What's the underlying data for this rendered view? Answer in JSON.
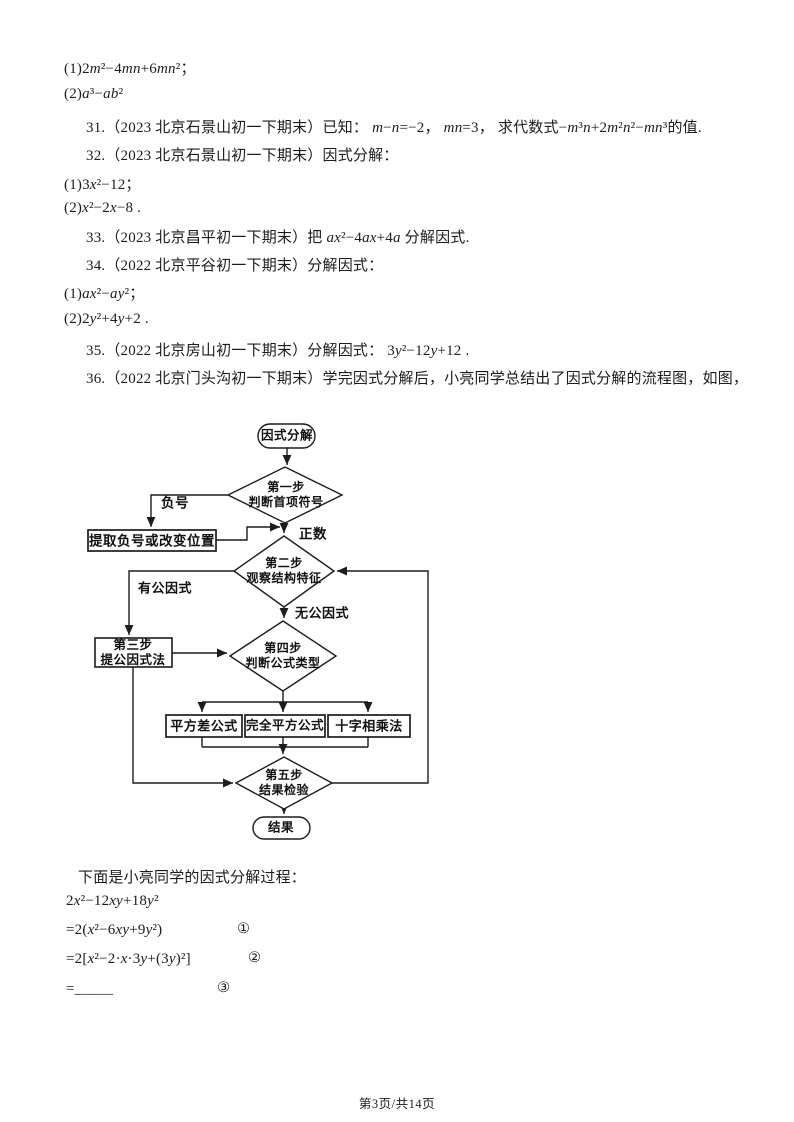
{
  "doc": {
    "lines": [
      "(1)2m²−4mn+6mn²；",
      "(2)a³−ab²",
      "31.（2023 北京石景山初一下期末）已知： m−n=−2， mn=3， 求代数式−m³n+2m²n²−mn³的值.",
      "32.（2023 北京石景山初一下期末）因式分解：",
      "(1)3x²−12；",
      "(2)x²−2x−8 .",
      "33.（2023 北京昌平初一下期末）把 ax²−4ax+4a 分解因式.",
      "34.（2022 北京平谷初一下期末）分解因式：",
      "(1)ax²−ay²；",
      "(2)2y²+4y+2 .",
      "35.（2022 北京房山初一下期末）分解因式： 3y²−12y+12 .",
      "36.（2022 北京门头沟初一下期末）学完因式分解后，小亮同学总结出了因式分解的流程图，如图，"
    ],
    "process": {
      "intro": "下面是小亮同学的因式分解过程：",
      "expr": "2x²−12xy+18y²",
      "steps": [
        {
          "formula": "=2(x²−6xy+9y²)",
          "tag": "①"
        },
        {
          "formula": "=2[x²−2·x·3y+(3y)²]",
          "tag": "②"
        },
        {
          "formula": "=_____",
          "tag": "③"
        }
      ]
    },
    "footer": "第3页/共14页"
  },
  "flowchart": {
    "start": "因式分解",
    "step1": "第一步\n判断首项符号",
    "negative_label": "负号",
    "extract_box": "提取负号或改变位置",
    "positive_label": "正数",
    "step2": "第二步\n观察结构特征",
    "has_common_factor": "有公因式",
    "no_common_factor": "无公因式",
    "step3": "第三步\n提公因式法",
    "step4": "第四步\n判断公式类型",
    "sq_diff_box": "平方差公式",
    "perfect_sq_box": "完全平方公式",
    "cross_mult_box": "十字相乘法",
    "step5": "第五步\n结果检验",
    "end": "结果"
  },
  "colors": {
    "ink": "#1c1c1c",
    "background": "#ffffff"
  }
}
